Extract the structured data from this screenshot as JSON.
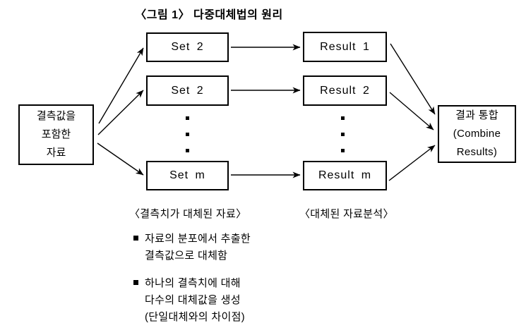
{
  "figure": {
    "title": "〈그림 1〉 다중대체법의 원리",
    "source_box": {
      "lines": [
        "결측값을",
        "포함한",
        "자료"
      ]
    },
    "set_boxes": [
      {
        "label": "Set 2"
      },
      {
        "label": "Set 2"
      },
      {
        "label": "Set m"
      }
    ],
    "result_boxes": [
      {
        "label": "Result 1"
      },
      {
        "label": "Result 2"
      },
      {
        "label": "Result m"
      }
    ],
    "combine_box": {
      "lines": [
        "결과 통합",
        "(Combine",
        "Results)"
      ]
    },
    "captions": {
      "imputed_data": "〈결측치가 대체된 자료〉",
      "analysis": "〈대체된 자료분석〉"
    },
    "notes": [
      {
        "lines": [
          "자료의 분포에서 추출한",
          "결측값으로 대체함"
        ]
      },
      {
        "lines": [
          "하나의 결측치에 대해",
          "다수의 대체값을 생성",
          "(단일대체와의 차이점)"
        ]
      }
    ],
    "colors": {
      "ink": "#000000",
      "background": "#ffffff"
    }
  }
}
